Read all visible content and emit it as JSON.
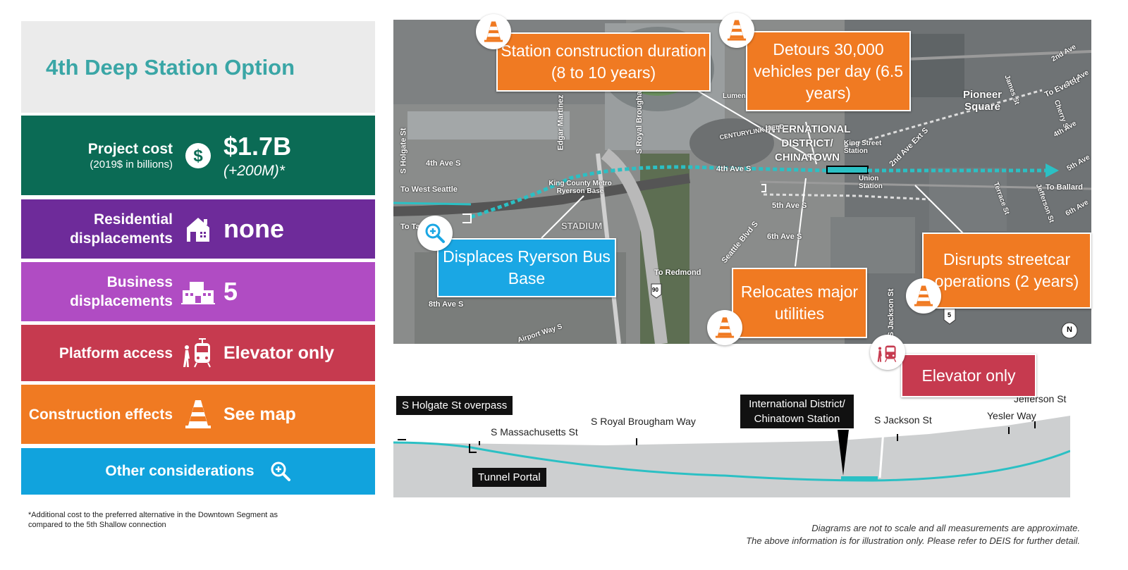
{
  "title": "4th Deep Station Option",
  "rows": {
    "cost": {
      "label": "Project cost",
      "sublabel": "(2019$ in billions)",
      "value": "$1.7B",
      "subvalue": "(+200M)*",
      "icon": "dollar-icon"
    },
    "residential": {
      "label": "Residential displacements",
      "value": "none",
      "icon": "house-icon"
    },
    "business": {
      "label": "Business displacements",
      "value": "5",
      "icon": "building-icon"
    },
    "platform": {
      "label": "Platform access",
      "value": "Elevator only",
      "icon": "pedestrian-train-icon"
    },
    "construction": {
      "label": "Construction effects",
      "value": "See map",
      "icon": "traffic-cone-icon"
    },
    "other": {
      "label": "Other considerations",
      "icon": "zoom-icon"
    }
  },
  "footnote": "*Additional cost to the preferred alternative in the Downtown Segment as compared to the 5th Shallow connection",
  "disclaimer": {
    "line1": "Diagrams are not to scale and all measurements are approximate.",
    "line2": "The above information is for illustration only. Please refer to DEIS for further detail."
  },
  "map": {
    "callouts": {
      "station_duration": "Station construction duration (8 to 10 years)",
      "detours": "Detours 30,000 vehicles per day (6.5 years)",
      "ryerson": "Displaces Ryerson Bus Base",
      "utilities": "Relocates major utilities",
      "streetcar": "Disrupts streetcar operations (2 years)"
    },
    "labels": {
      "intl_district": "INTERNATIONAL DISTRICT/ CHINATOWN",
      "pioneer": "Pioneer Square",
      "stadium": "STADIUM",
      "to_west_seattle": "To West Seattle",
      "to_tacoma": "To Tacoma",
      "to_redmond": "To Redmond",
      "to_everett": "To Everett",
      "to_ballard": "To Ballard",
      "king_county_metro": "King County Metro Ryerson Base",
      "king_street": "King Street Station",
      "union_station": "Union Station",
      "s_holgate": "S Holgate St",
      "edgar_martinez": "Edgar Martinez",
      "s_royal_brougham": "S Royal Brougham",
      "fourth_ave_a": "4th Ave S",
      "fourth_ave_b": "4th Ave S",
      "fifth_ave": "5th Ave S",
      "sixth_ave": "6th Ave S",
      "eighth_ave": "8th Ave S",
      "seattle_blvd": "Seattle Blvd S",
      "airport_way": "Airport Way S",
      "second_ave_ext": "2nd Ave Ext S",
      "s_jackson": "S Jackson St",
      "jefferson": "Jefferson St",
      "terrace": "Terrace St",
      "james": "James St",
      "cherry": "Cherry St",
      "second_ave": "2nd Ave",
      "third_ave": "3rd Ave",
      "fourth_ave_n": "4th Ave",
      "fifth_ave_n": "5th Ave",
      "sixth_ave_n": "6th Ave",
      "lumen": "Lumen",
      "centurylink": "CENTURYLINK FIELD",
      "shield_90": "90",
      "shield_5": "5",
      "north": "N"
    }
  },
  "profile": {
    "elevator_callout": "Elevator only",
    "holgate_overpass": "S Holgate St overpass",
    "tunnel_portal": "Tunnel Portal",
    "station": "International District/ Chinatown Station",
    "s_massachusetts": "S Massachusetts St",
    "s_royal_brougham_way": "S Royal Brougham Way",
    "s_jackson": "S Jackson St",
    "yesler": "Yesler Way",
    "jefferson": "Jefferson St"
  },
  "colors": {
    "title": "#3aa6a6",
    "cost": "#0b6b55",
    "residential": "#6e2b9a",
    "business": "#b04cc3",
    "platform": "#c63a4f",
    "construction": "#f07a22",
    "other": "#11a3dd",
    "alignment": "#2bc0c4"
  }
}
